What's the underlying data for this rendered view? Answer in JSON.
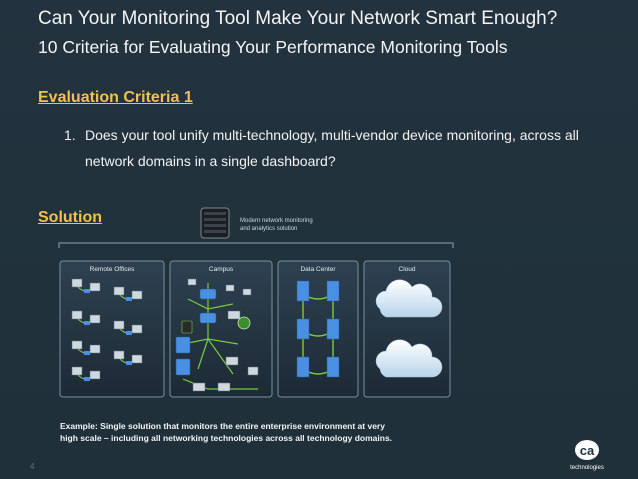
{
  "header": {
    "title": "Can Your Monitoring Tool Make Your Network Smart Enough?",
    "subtitle": "10 Criteria for Evaluating Your Performance Monitoring Tools"
  },
  "criteria": {
    "heading": "Evaluation Criteria 1",
    "number": "1.",
    "text": "Does your tool unify multi-technology, multi-vendor device monitoring, across all network domains in a single dashboard?"
  },
  "solution": {
    "heading": "Solution",
    "server_label_line1": "Modern network monitoring",
    "server_label_line2": "and analytics solution"
  },
  "diagram": {
    "panels": [
      "Remote Offices",
      "Campus",
      "Data Center",
      "Cloud"
    ]
  },
  "caption": {
    "line1": "Example:  Single solution that monitors the entire enterprise environment at very",
    "line2": "high scale – including all networking technologies across all technology domains."
  },
  "footer": {
    "page_number": "4",
    "logo_text": "ca",
    "logo_subtext": "technologies"
  },
  "colors": {
    "background": "#203240",
    "heading_accent": "#f0c14b",
    "text": "#f4f4f4",
    "device_blue": "#4a90e2",
    "link_green": "#7ac943"
  }
}
